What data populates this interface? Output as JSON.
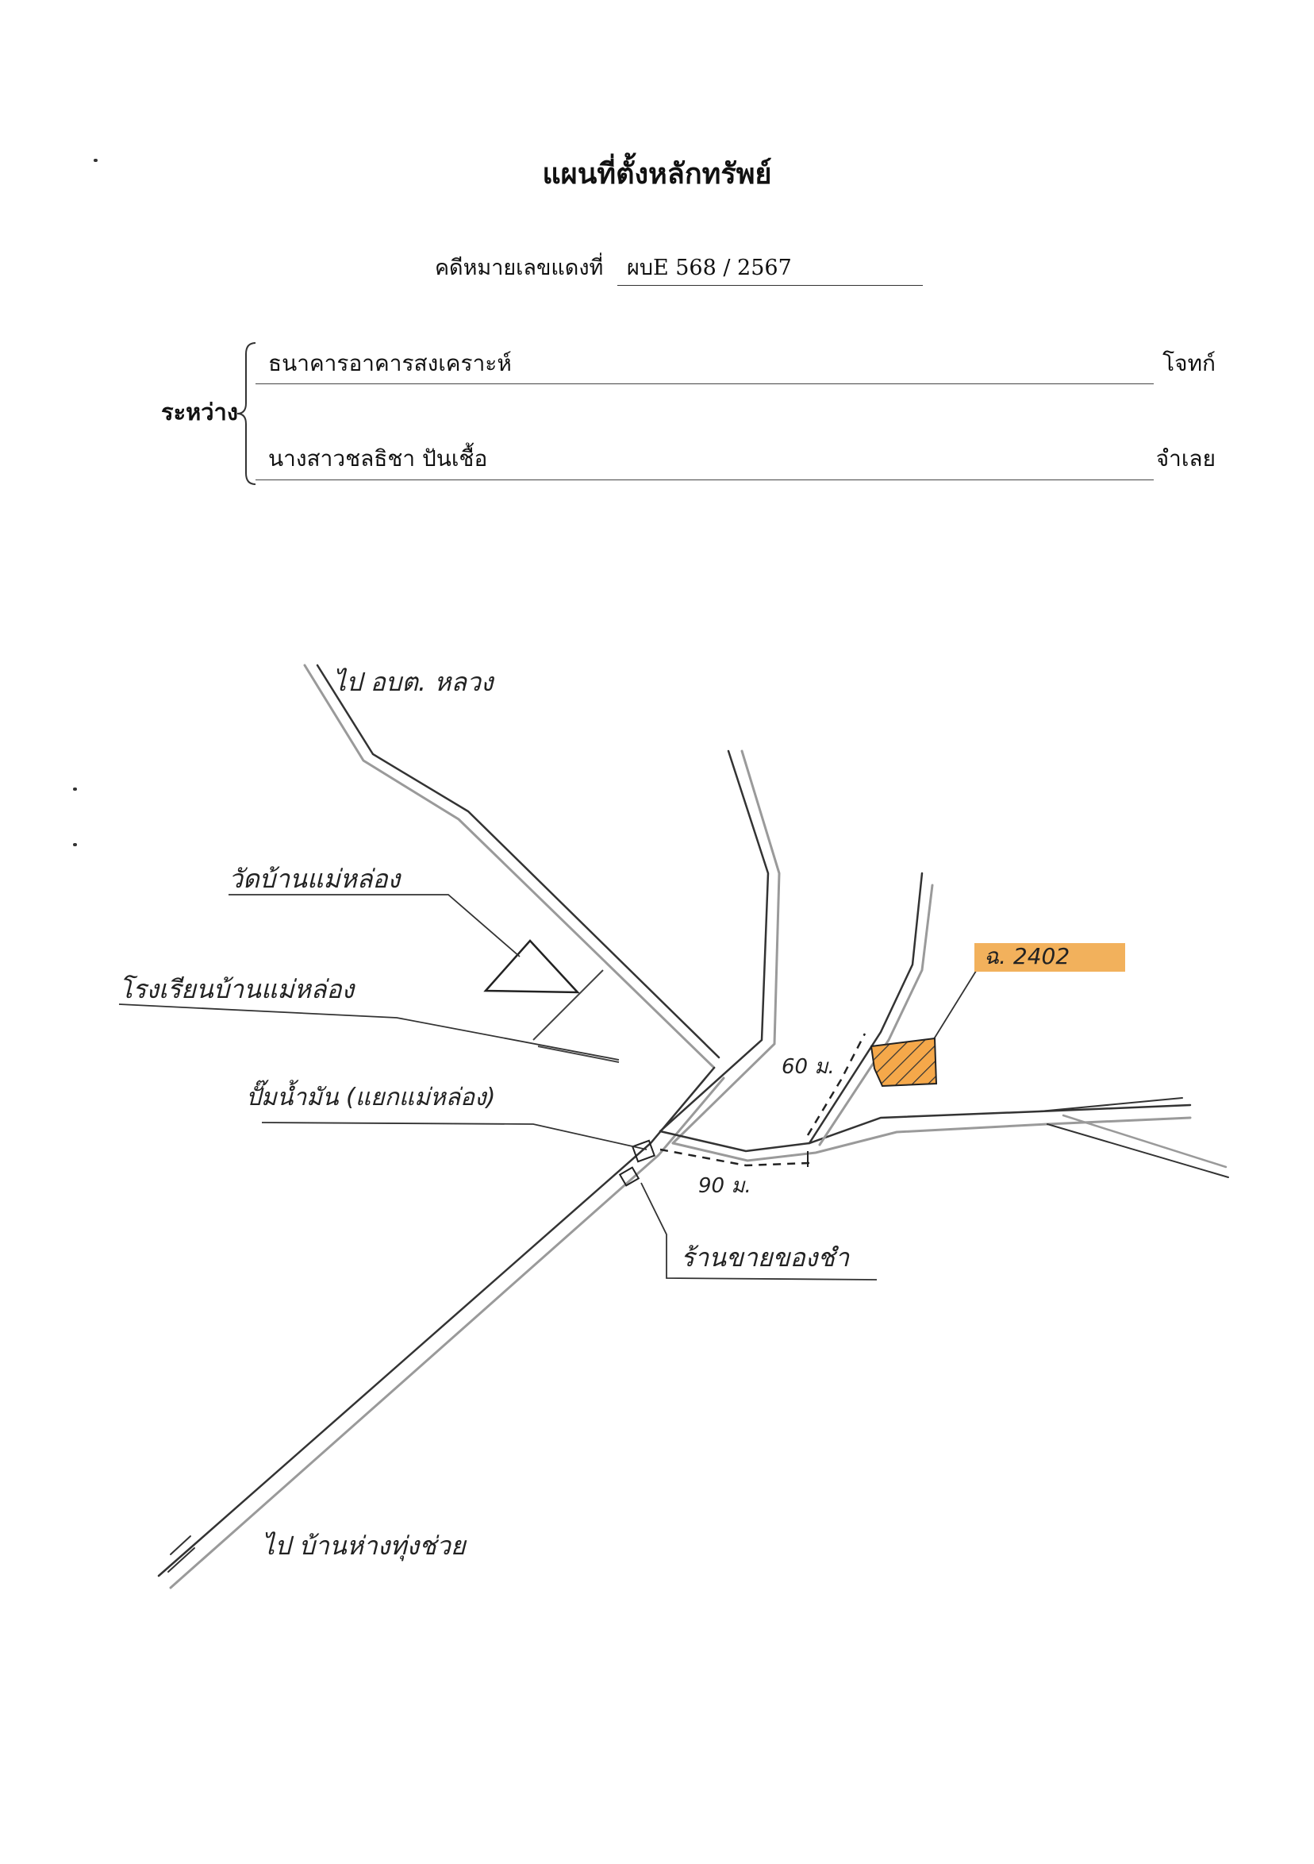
{
  "document": {
    "title": "แผนที่ตั้งหลักทรัพย์",
    "case_label": "คดีหมายเลขแดงที่",
    "case_number": "ผบE 568 / 2567",
    "between_label": "ระหว่าง",
    "plaintiff": {
      "name": "ธนาคารอาคารสงเคราะห์",
      "role": "โจทก์"
    },
    "defendant": {
      "name": "นางสาวชลธิชา  ปันเชื้อ",
      "role": "จำเลย"
    }
  },
  "map": {
    "labels": {
      "to_north": "ไป อบต. หลวง",
      "temple": "วัดบ้านแม่หล่อง",
      "school": "โรงเรียนบ้านแม่หล่อง",
      "gas_station": "ปั๊มน้ำมัน (แยกแม่หล่อง)",
      "shop": "ร้านขายของชำ",
      "to_south": "ไป บ้านห่างทุ่งช่วย",
      "distance_along_road": "90 ม.",
      "distance_to_plot": "60 ม.",
      "plot_tag": "ฉ. 2402"
    },
    "colors": {
      "plot_highlight": "#f5a84a",
      "plot_tag_highlight": "#f2b15c",
      "road_line": "#333333",
      "road_shadow": "#9a9a9a"
    }
  }
}
